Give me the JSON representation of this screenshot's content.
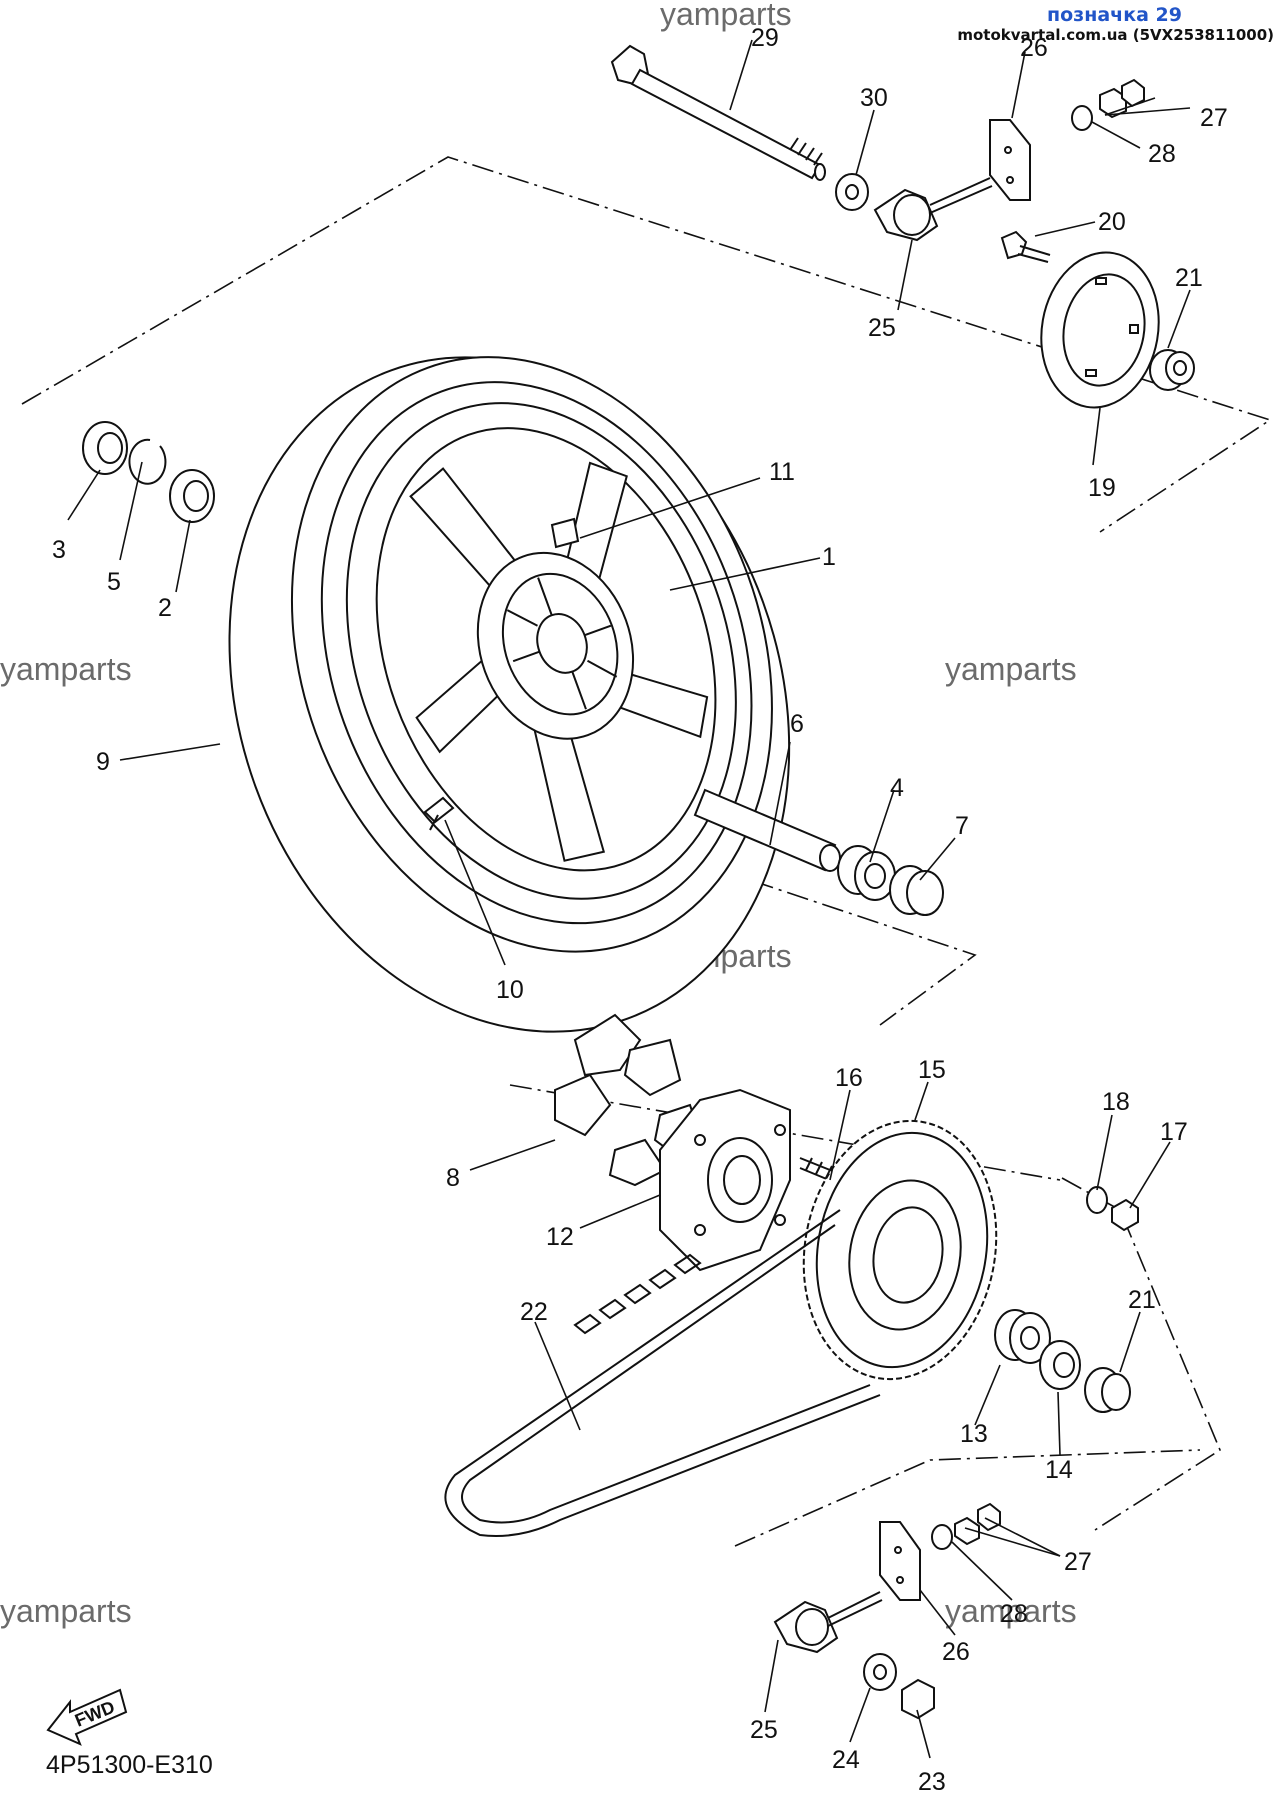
{
  "header": {
    "title": "позначка 29",
    "subtitle": "motokvartal.com.ua (5VX253811000)"
  },
  "watermark": "yamparts",
  "drawing_code": "4P51300-E310",
  "fwd_label": "FWD",
  "callouts": {
    "c1": "1",
    "c2": "2",
    "c3": "3",
    "c4": "4",
    "c5": "5",
    "c6": "6",
    "c7": "7",
    "c8": "8",
    "c9": "9",
    "c10": "10",
    "c11": "11",
    "c12": "12",
    "c13": "13",
    "c14": "14",
    "c15": "15",
    "c16": "16",
    "c17": "17",
    "c18": "18",
    "c19": "19",
    "c20": "20",
    "c21": "21",
    "c22": "22",
    "c23": "23",
    "c24": "24",
    "c25": "25",
    "c26": "26",
    "c27": "27",
    "c28": "28",
    "c29": "29",
    "c30": "30"
  }
}
